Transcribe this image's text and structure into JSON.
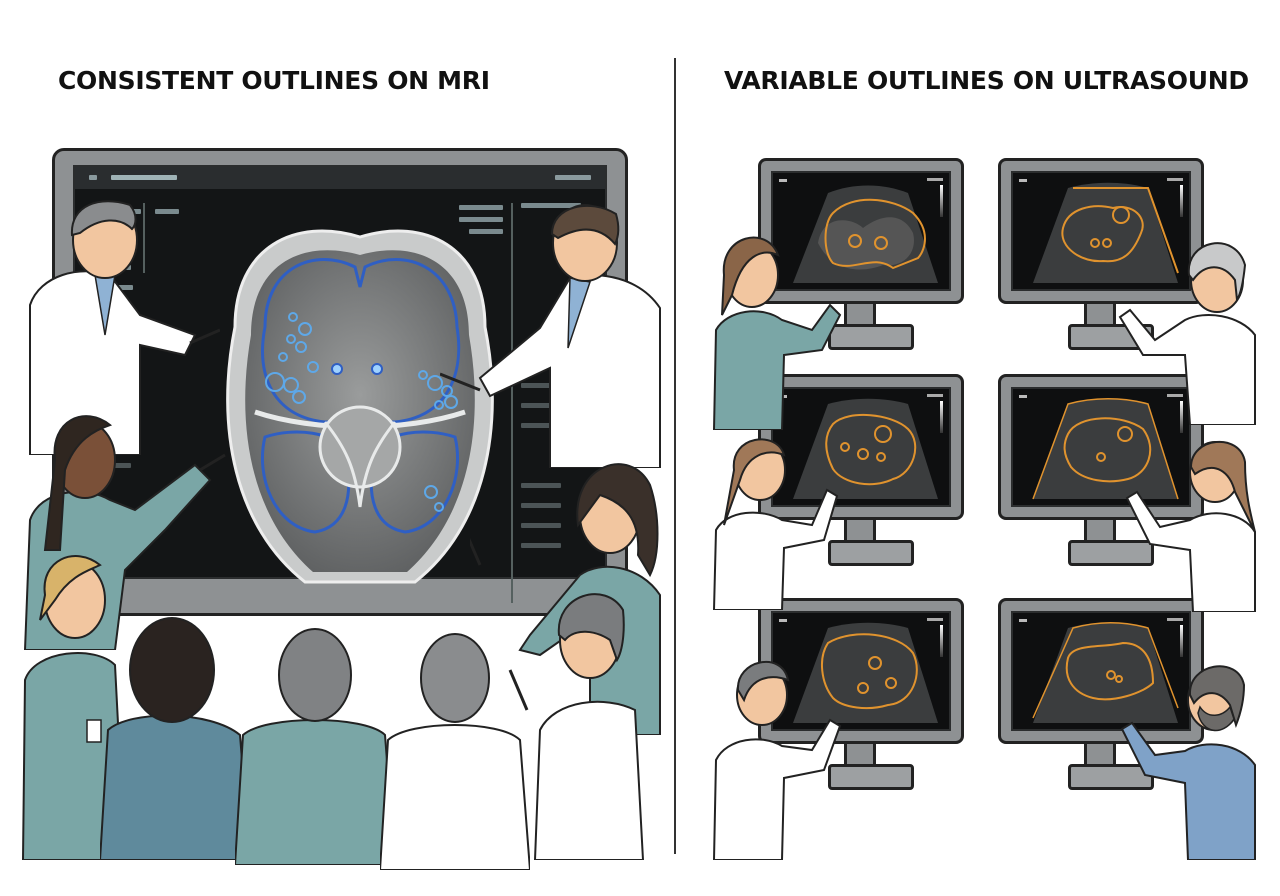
{
  "left_panel": {
    "title": "CONSISTENT OUTLINES ON MRI",
    "outline_color": "#2f5fc4",
    "image_type": "MRI axial pelvic scan"
  },
  "right_panel": {
    "title": "VARIABLE OUTLINES ON ULTRASOUND",
    "outline_color": "#e0932e",
    "image_type": "fetal ultrasound",
    "monitors": [
      {
        "id": "us-1",
        "position": "top-left"
      },
      {
        "id": "us-2",
        "position": "top-right"
      },
      {
        "id": "us-3",
        "position": "middle-left"
      },
      {
        "id": "us-4",
        "position": "middle-right"
      },
      {
        "id": "us-5",
        "position": "bottom-left"
      },
      {
        "id": "us-6",
        "position": "bottom-right"
      }
    ]
  },
  "colors": {
    "scrubs": "#7aa6a6",
    "lab_coat": "#ffffff",
    "monitor_bezel": "#8e9193",
    "screen": "#131516",
    "divider": "#333333"
  }
}
